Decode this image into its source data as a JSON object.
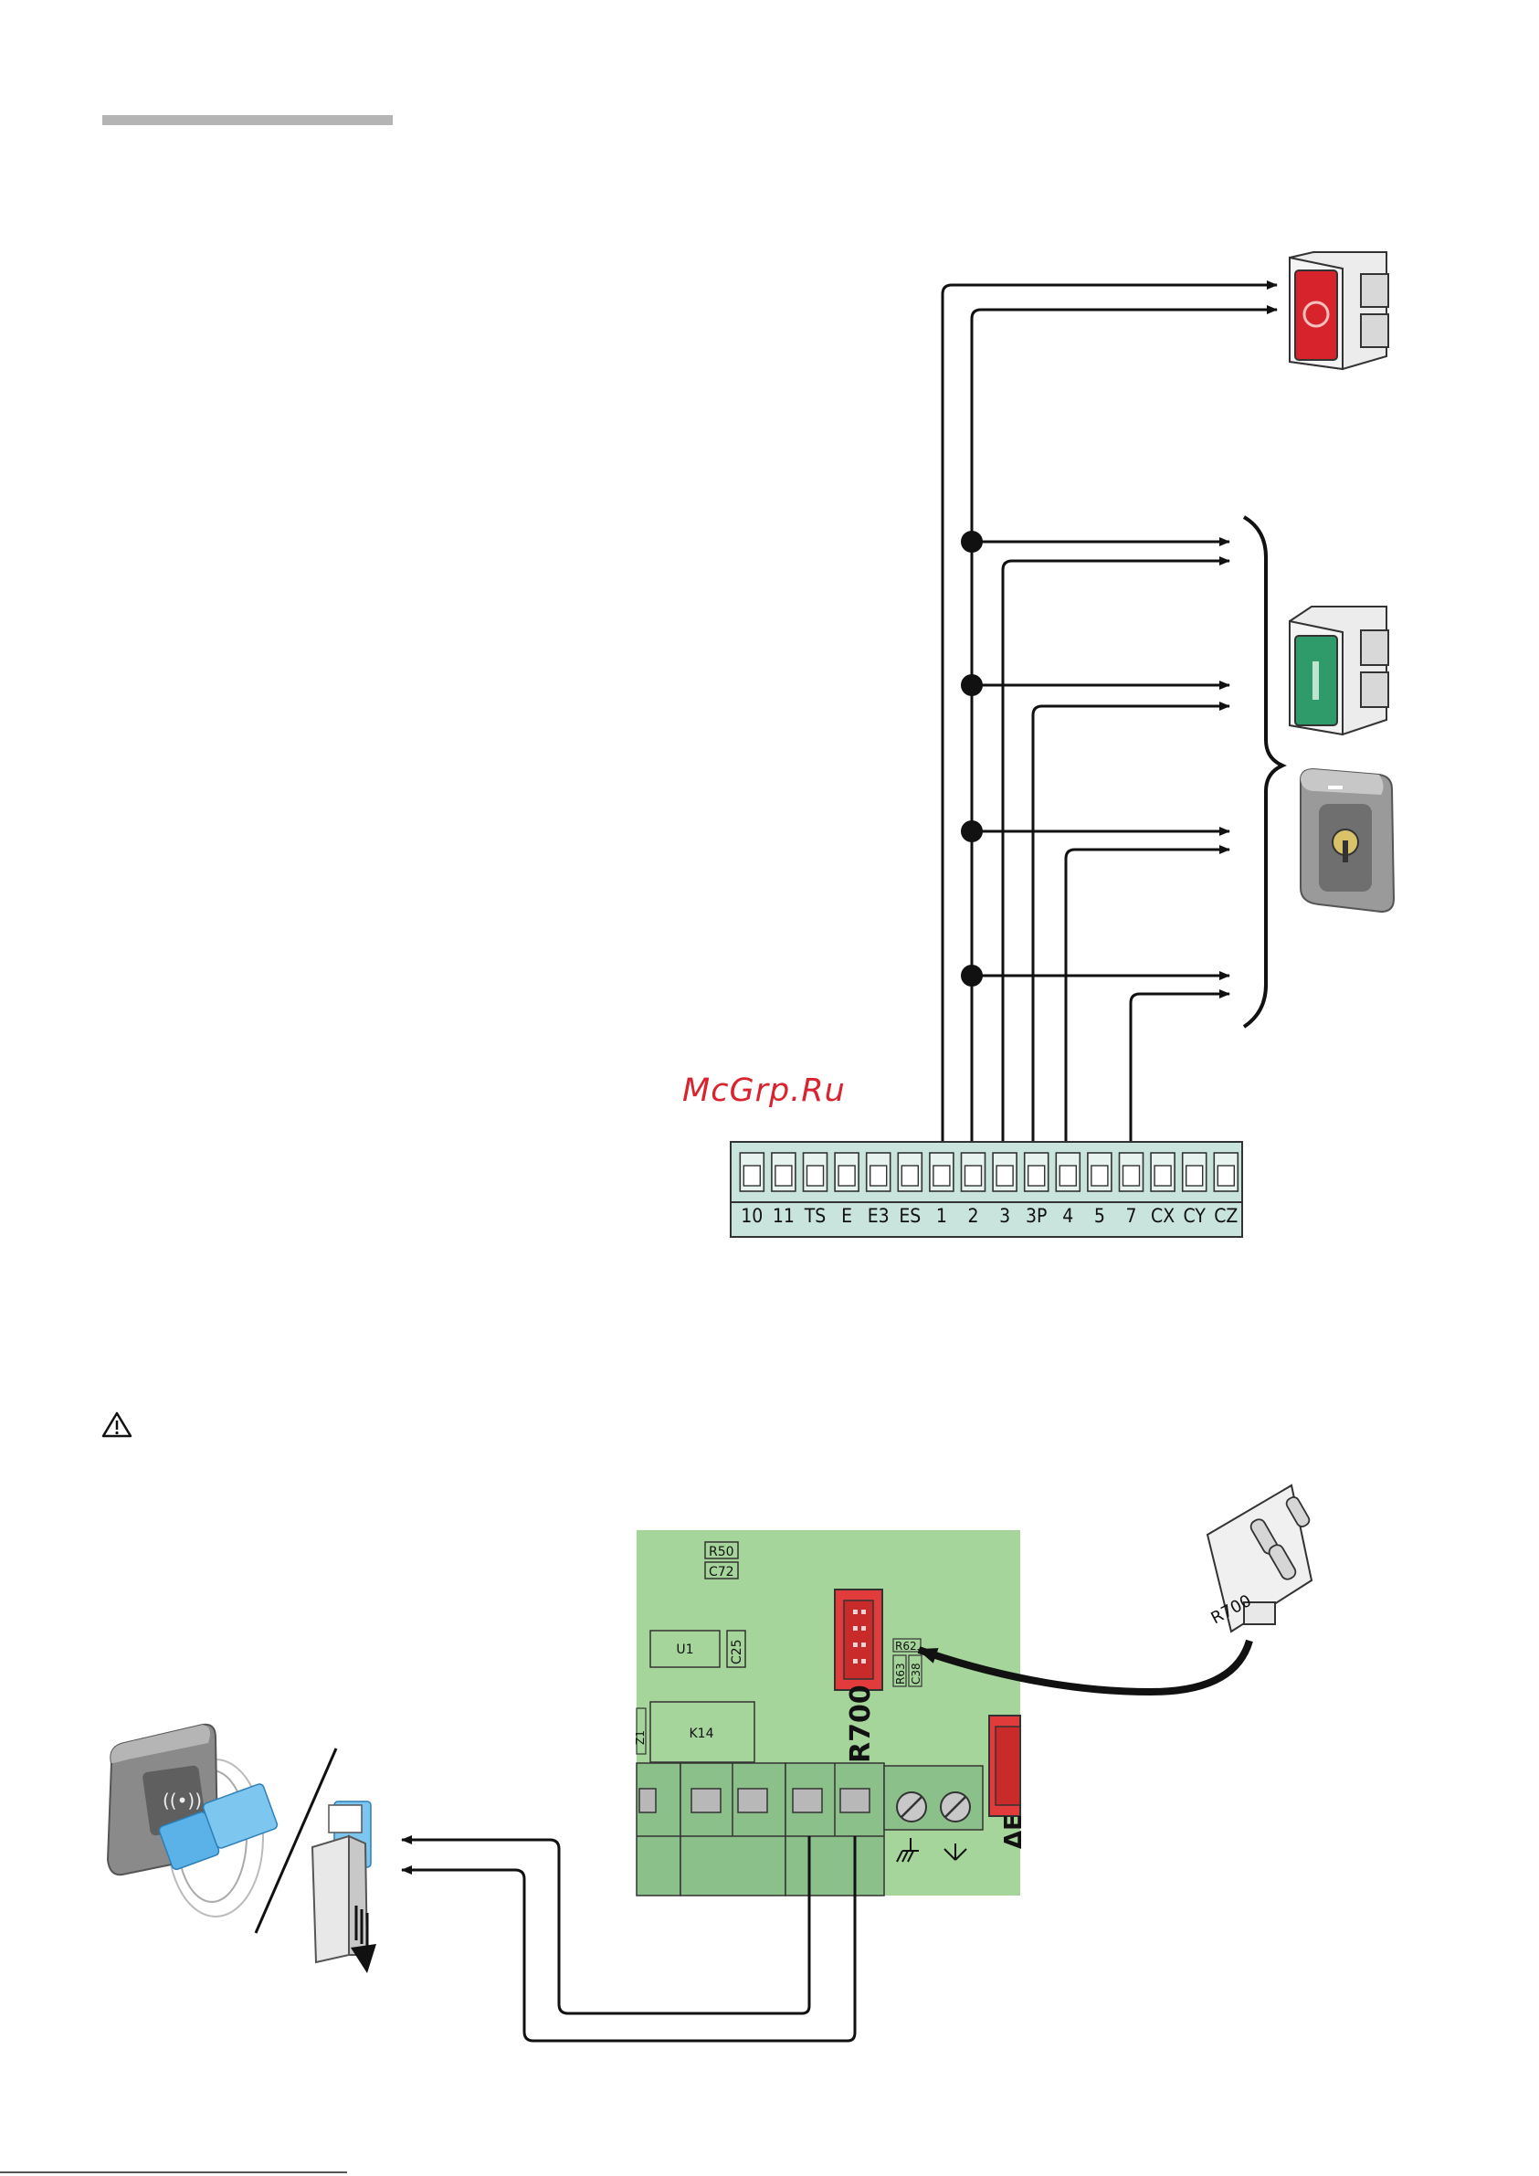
{
  "watermark": "McGrp.Ru",
  "terminal_block": {
    "labels": [
      "10",
      "11",
      "TS",
      "E",
      "E3",
      "ES",
      "1",
      "2",
      "3",
      "3P",
      "4",
      "5",
      "7",
      "CX",
      "CY",
      "CZ"
    ]
  },
  "pcb": {
    "components": {
      "r50": "R50",
      "c72": "C72",
      "u1": "U1",
      "c25": "C25",
      "r62": "R62",
      "r63": "R63",
      "c38": "C38",
      "k14": "K14",
      "r700": "R700",
      "side_partial": "ΔE",
      "edge_partial": "Z1"
    }
  },
  "module_label": "R700",
  "colors": {
    "terminal_fill": "#c9e4dc",
    "pcb_green": "#a6d59b",
    "pcb_block": "#8cc08a",
    "connector_red": "#e23b3b",
    "stop_red": "#d7242c",
    "start_green": "#2f9a6a",
    "watermark_red": "#d9232e"
  }
}
